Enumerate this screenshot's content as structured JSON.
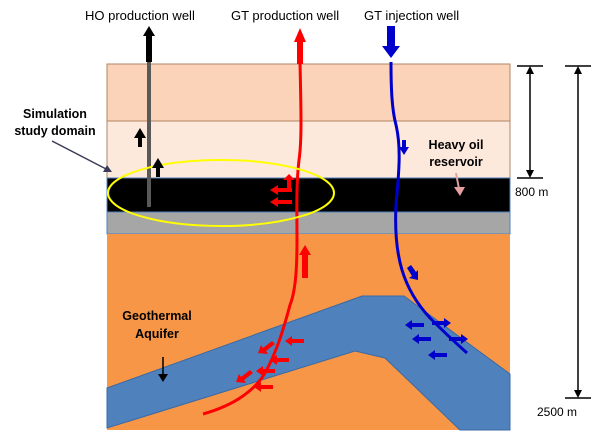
{
  "labels": {
    "ho_well": "HO production well",
    "gt_production_well": "GT production well",
    "gt_injection_well": "GT injection well",
    "simulation_domain_line1": "Simulation",
    "simulation_domain_line2": "study domain",
    "heavy_oil_line1": "Heavy oil",
    "heavy_oil_line2": "reservoir",
    "aquifer_line1": "Geothermal",
    "aquifer_line2": "Aquifer",
    "depth_800": "800 m",
    "depth_2500": "2500 m"
  },
  "colors": {
    "top_layer": "#fad3b8",
    "second_layer": "#fde9dc",
    "oil_reservoir": "#000000",
    "cap_rock": "#a6a6a6",
    "deep_rock": "#f79646",
    "aquifer": "#4f81bd",
    "production_flow": "#ff0000",
    "injection_flow": "#0000cc",
    "ho_well": "#595959",
    "domain_outline": "#ffff00"
  },
  "icons": {
    "ho_up_arrows": "black-up-arrow",
    "production_arrows": "red-arrow",
    "injection_arrows": "blue-arrow",
    "callout_arrows": "pointer-arrow"
  }
}
